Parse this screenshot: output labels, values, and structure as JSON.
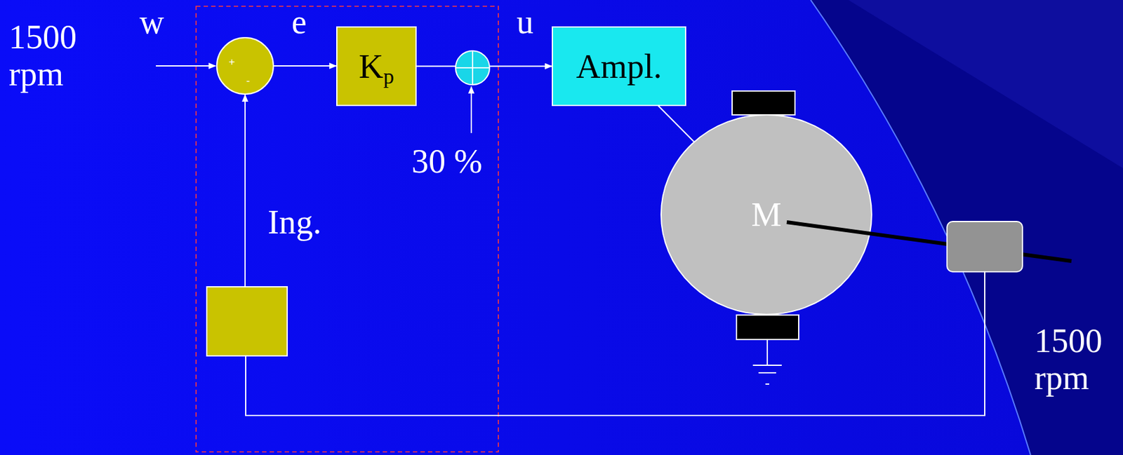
{
  "diagram": {
    "nodes": [
      {
        "text": [
          "+",
          "-"
        ]
      },
      {
        "text": [
          "K",
          "p"
        ]
      },
      {
        "text": [
          "Ampl."
        ]
      },
      {
        "text": [
          "M"
        ]
      },
      {
        "text": [
          "Ing."
        ]
      }
    ],
    "edges": [
      {
        "from": 0,
        "to": 1,
        "arrow": "to"
      },
      {
        "from": 1,
        "to": 2,
        "arrow": "to"
      },
      {
        "from": 2,
        "to": 3,
        "arrow": "none"
      },
      {
        "from": 4,
        "to": 0,
        "arrow": "to"
      }
    ],
    "labels": [
      "1500 rpm",
      "w",
      "e",
      "u",
      "30 %",
      "1500 rpm"
    ]
  }
}
